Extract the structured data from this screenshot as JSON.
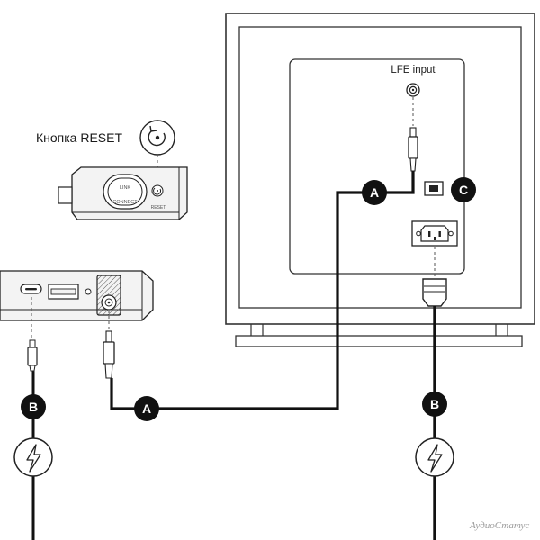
{
  "labels": {
    "lfe_input": "LFE input",
    "reset_button": "Кнопка RESET"
  },
  "device_markings": {
    "link_top": "LINK",
    "link_bottom": "CONNECT",
    "reset_small": "RESET"
  },
  "badges": {
    "a": "A",
    "b": "B",
    "c": "C"
  },
  "watermark": "АудиоСтатус",
  "icons": {
    "reset": "reset-icon",
    "power": "power-bolt-icon",
    "switch": "power-switch-icon"
  },
  "colors": {
    "line": "#111111",
    "badge": "#111111",
    "device_fill": "#f3f3f3"
  }
}
